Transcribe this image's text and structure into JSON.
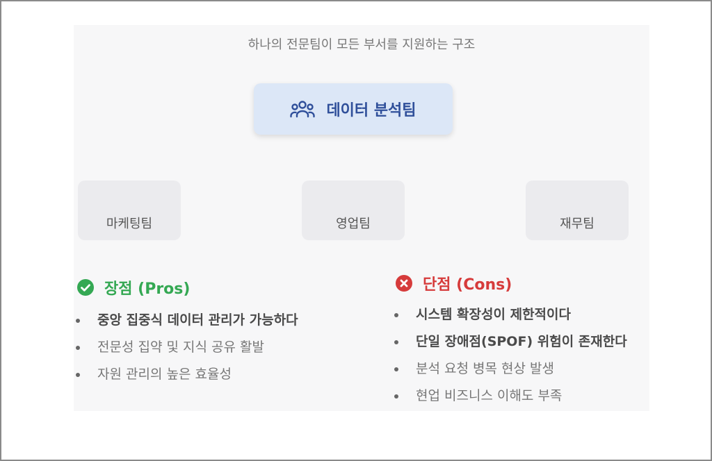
{
  "subtitle": "하나의 전문팀이 모든 부서를 지원하는 구조",
  "central_team": {
    "label": "데이터 분석팀",
    "icon": "users-group-icon"
  },
  "departments": [
    {
      "label": "마케팅팀"
    },
    {
      "label": "영업팀"
    },
    {
      "label": "재무팀"
    }
  ],
  "pros": {
    "title": "장점 (Pros)",
    "icon": "check-circle-icon",
    "color": "#34a853",
    "items": [
      {
        "text": "중앙 집중식 데이터 관리가 가능하다",
        "emphasis": true
      },
      {
        "text": "전문성 집약 및 지식 공유 활발",
        "emphasis": false
      },
      {
        "text": "자원 관리의 높은 효율성",
        "emphasis": false
      }
    ]
  },
  "cons": {
    "title": "단점 (Cons)",
    "icon": "x-circle-icon",
    "color": "#d63b3b",
    "items": [
      {
        "text": "시스템 확장성이 제한적이다",
        "emphasis": true
      },
      {
        "text": "단일 장애점(SPOF) 위험이 존재한다",
        "emphasis": true
      },
      {
        "text": "분석 요청 병목 현상 발생",
        "emphasis": false
      },
      {
        "text": "현업 비즈니스 이해도 부족",
        "emphasis": false
      }
    ]
  }
}
